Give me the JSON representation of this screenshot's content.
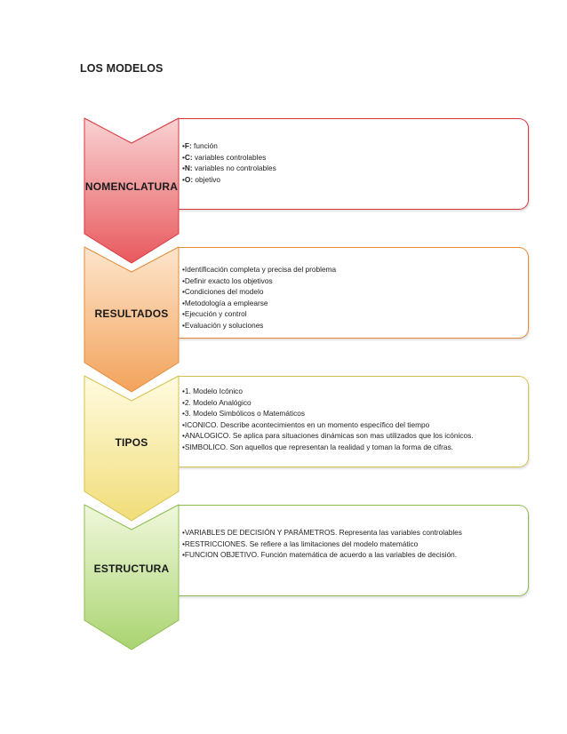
{
  "page": {
    "title": "LOS MODELOS"
  },
  "rows": [
    {
      "label": "NOMENCLATURA",
      "fill_top": "#f9d2d3",
      "fill_bottom": "#e8595d",
      "border": "#d9353b",
      "items": [
        {
          "key": "F:",
          "text": " función"
        },
        {
          "key": "C:",
          "text": " variables controlables"
        },
        {
          "key": "N:",
          "text": " variables no controlables"
        },
        {
          "key": "O:",
          "text": " objetivo"
        }
      ]
    },
    {
      "label": "RESULTADOS",
      "fill_top": "#fde5cc",
      "fill_bottom": "#f3a35c",
      "border": "#e58a3a",
      "items": [
        {
          "key": "",
          "text": "Identificación completa y precisa del problema"
        },
        {
          "key": "",
          "text": "Definir exacto los objetivos"
        },
        {
          "key": "",
          "text": "Condiciones del modelo"
        },
        {
          "key": "",
          "text": "Metodología a emplearse"
        },
        {
          "key": "",
          "text": "Ejecución y control"
        },
        {
          "key": "",
          "text": "Evaluación y soluciones"
        }
      ]
    },
    {
      "label": "TIPOS",
      "fill_top": "#fffbe0",
      "fill_bottom": "#f1dd79",
      "border": "#d8c04c",
      "items": [
        {
          "key": "",
          "text": "1. Modelo Icónico"
        },
        {
          "key": "",
          "text": "2. Modelo Analógico"
        },
        {
          "key": "",
          "text": "3. Modelo Simbólicos o Matemáticos"
        },
        {
          "key": "",
          "text": "ICONICO. Describe acontecimientos en un momento específico del tiempo"
        },
        {
          "key": "",
          "text": "ANALOGICO.  Se aplica para situaciones dinámicas son mas utilizados que los icónicos."
        },
        {
          "key": "",
          "text": "SIMBOLICO. Son aquellos que representan  la realidad y toman la forma de cifras."
        }
      ]
    },
    {
      "label": "ESTRUCTURA",
      "fill_top": "#f1f8dd",
      "fill_bottom": "#a9d470",
      "border": "#8cbd4f",
      "items": [
        {
          "key": "",
          "text": "VARIABLES  DE DECISIÓN Y PARÁMETROS.  Representa las variables controlables"
        },
        {
          "key": "",
          "text": "RESTRICCIONES.  Se refiere a las limitaciones del modelo matemático"
        },
        {
          "key": "",
          "text": "FUNCION OBJETIVO.  Función matemática de acuerdo a las variables de decisión."
        }
      ]
    }
  ]
}
